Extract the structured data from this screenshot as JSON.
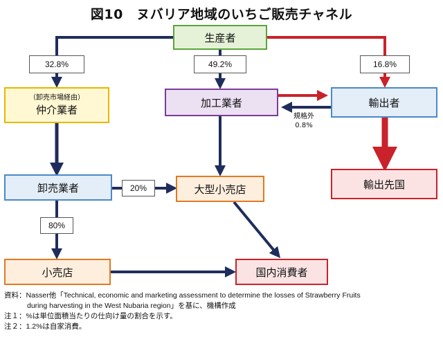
{
  "title": "図10　ヌバリア地域のいちご販売チャネル",
  "colors": {
    "navy": "#1f2d5c",
    "red": "#c9222a",
    "producer_border": "#5aa43a",
    "producer_fill": "#e6f2d8",
    "processor_border": "#7a3b96",
    "processor_fill": "#ece0f3",
    "exporter_border": "#4a88c8",
    "exporter_fill": "#e3eef9",
    "export_dest_border": "#c9222a",
    "export_dest_fill": "#fbe3e3",
    "broker_border": "#e5b800",
    "broker_fill": "#fff8d2",
    "wholesaler_border": "#4a88c8",
    "wholesaler_fill": "#e3eef9",
    "retail_border": "#e07a22",
    "retail_fill": "#fdeedd"
  },
  "nodes": {
    "producer": "生産者",
    "broker_sub": "（卸売市場経由）",
    "broker": "仲介業者",
    "processor": "加工業者",
    "exporter": "輸出者",
    "export_destination": "輸出先国",
    "wholesaler": "卸売業者",
    "supermarket": "大型小売店",
    "retailer": "小売店",
    "consumer": "国内消費者"
  },
  "shares": {
    "to_broker": "32.8%",
    "to_processor": "49.2%",
    "to_exporter": "16.8%",
    "wholesale_to_supermarket": "20%",
    "wholesale_to_retailer": "80%",
    "nonstandard_label": "規格外",
    "nonstandard_value": "0.8%"
  },
  "footer": {
    "source_line1": "資料：Nasser他「Technical, economic and marketing assessment to determine the losses of Strawberry Fruits",
    "source_line2": "during harvesting in the West Nubaria region」を基に、機構作成",
    "note1": "注１：%は単位面積当たりの仕向け量の割合を示す。",
    "note2": "注２：1.2%は自家消費。"
  }
}
